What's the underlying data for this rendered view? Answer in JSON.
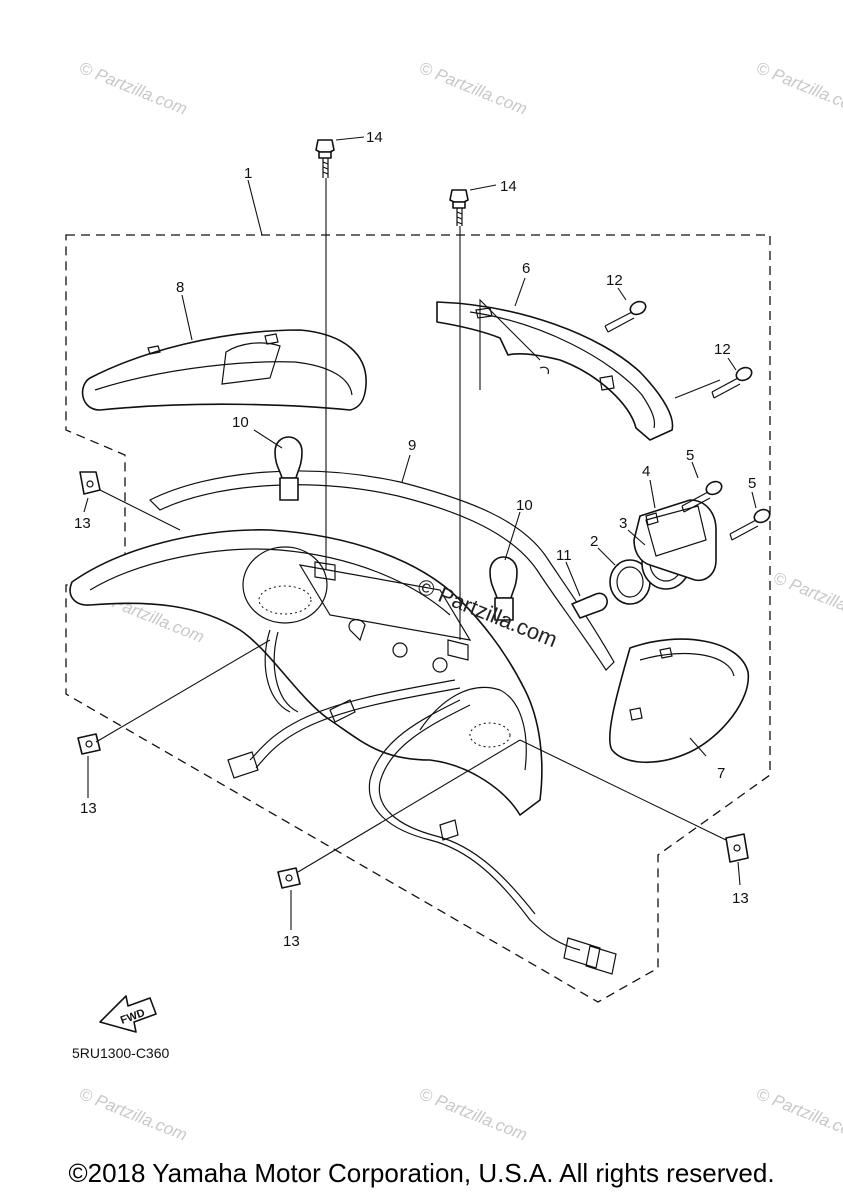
{
  "callouts": {
    "c1": "1",
    "c2": "2",
    "c3": "3",
    "c4": "4",
    "c5a": "5",
    "c5b": "5",
    "c6": "6",
    "c7": "7",
    "c8": "8",
    "c9": "9",
    "c10a": "10",
    "c10b": "10",
    "c11": "11",
    "c12a": "12",
    "c12b": "12",
    "c13a": "13",
    "c13b": "13",
    "c13c": "13",
    "c13d": "13",
    "c14a": "14",
    "c14b": "14"
  },
  "fwd_label": "FWD",
  "diagram_ref": "5RU1300-C360",
  "watermark": "© Partzilla.com",
  "center_watermark": "© Partzilla.com",
  "copyright": "©2018 Yamaha Motor Corporation, U.S.A. All rights reserved."
}
